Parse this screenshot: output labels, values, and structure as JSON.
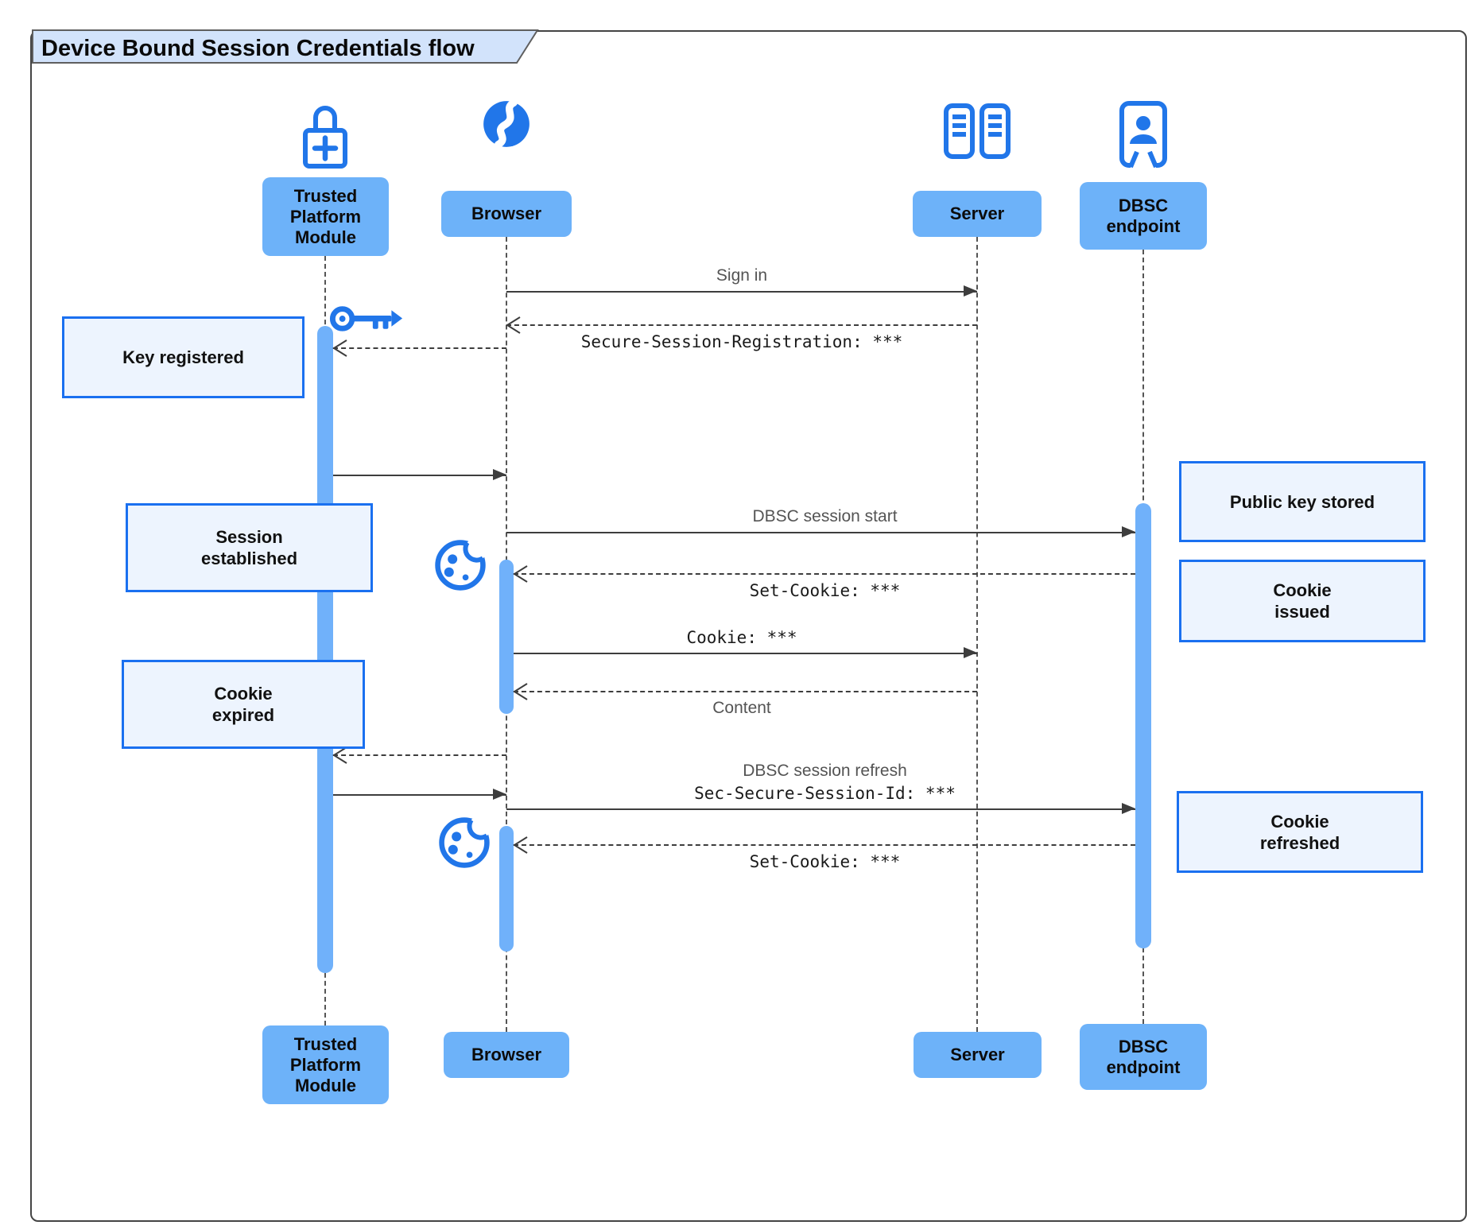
{
  "title": "Device Bound Session Credentials flow",
  "colors": {
    "icon_blue": "#2176e9",
    "actor_fill": "#6db2f9",
    "activation_fill": "#70b1fa",
    "note_fill": "#edf4fe",
    "note_border": "#1a70f0",
    "tab_fill": "#d2e3fb",
    "tab_border": "#5f5f5f",
    "line_color": "#3d3d3d",
    "label_gray": "#545454",
    "mono_black": "#1a1a1a"
  },
  "actors": [
    {
      "id": "tpm",
      "label": "Trusted Platform Module",
      "lines": [
        "Trusted",
        "Platform",
        "Module"
      ],
      "icon": "lock-plus-icon"
    },
    {
      "id": "browser",
      "label": "Browser",
      "lines": [
        "Browser"
      ],
      "icon": "globe-icon"
    },
    {
      "id": "server",
      "label": "Server",
      "lines": [
        "Server"
      ],
      "icon": "server-racks-icon"
    },
    {
      "id": "dbsc",
      "label": "DBSC endpoint",
      "lines": [
        "DBSC",
        "endpoint"
      ],
      "icon": "id-card-person-icon"
    }
  ],
  "messages": [
    {
      "id": "sign-in",
      "from": "browser",
      "to": "server",
      "style": "solid",
      "labels": [
        {
          "text": "Sign in",
          "kind": "sans",
          "pos": "above"
        }
      ]
    },
    {
      "id": "session-registration",
      "from": "server",
      "to": "browser",
      "style": "dashed",
      "labels": [
        {
          "text": "Secure-Session-Registration: ***",
          "kind": "mono",
          "pos": "below"
        }
      ]
    },
    {
      "id": "register-key",
      "from": "browser",
      "to": "tpm",
      "style": "dashed",
      "labels": []
    },
    {
      "id": "key-ready",
      "from": "tpm",
      "to": "browser",
      "style": "solid",
      "labels": []
    },
    {
      "id": "dbsc-session-start",
      "from": "browser",
      "to": "dbsc",
      "style": "solid",
      "labels": [
        {
          "text": "DBSC session start",
          "kind": "sans",
          "pos": "above"
        }
      ]
    },
    {
      "id": "set-cookie-1",
      "from": "dbsc",
      "to": "browser",
      "style": "dashed",
      "labels": [
        {
          "text": "Set-Cookie: ***",
          "kind": "mono",
          "pos": "below"
        }
      ]
    },
    {
      "id": "cookie",
      "from": "browser",
      "to": "server",
      "style": "solid",
      "labels": [
        {
          "text": "Cookie: ***",
          "kind": "mono",
          "pos": "above"
        }
      ]
    },
    {
      "id": "content",
      "from": "server",
      "to": "browser",
      "style": "dashed",
      "labels": [
        {
          "text": "Content",
          "kind": "sans",
          "pos": "below"
        }
      ]
    },
    {
      "id": "cookie-expired-signal",
      "from": "browser",
      "to": "tpm",
      "style": "dashed",
      "labels": []
    },
    {
      "id": "new-signature",
      "from": "tpm",
      "to": "browser",
      "style": "solid",
      "labels": []
    },
    {
      "id": "dbsc-session-refresh",
      "from": "browser",
      "to": "dbsc",
      "style": "solid",
      "labels": [
        {
          "text": "DBSC session refresh",
          "kind": "sans",
          "pos": "above2"
        },
        {
          "text": "Sec-Secure-Session-Id: ***",
          "kind": "mono",
          "pos": "above"
        }
      ]
    },
    {
      "id": "set-cookie-2",
      "from": "dbsc",
      "to": "browser",
      "style": "dashed",
      "labels": [
        {
          "text": "Set-Cookie: ***",
          "kind": "mono",
          "pos": "below"
        }
      ]
    }
  ],
  "notes": [
    {
      "id": "key-registered",
      "lines": [
        "Key registered"
      ]
    },
    {
      "id": "session-established",
      "lines": [
        "Session",
        "established"
      ]
    },
    {
      "id": "cookie-expired",
      "lines": [
        "Cookie",
        "expired"
      ]
    },
    {
      "id": "public-key-stored",
      "lines": [
        "Public key stored"
      ]
    },
    {
      "id": "cookie-issued",
      "lines": [
        "Cookie",
        "issued"
      ]
    },
    {
      "id": "cookie-refreshed",
      "lines": [
        "Cookie",
        "refreshed"
      ]
    }
  ],
  "floating_icons": [
    {
      "id": "key-icon-1",
      "icon": "key-icon"
    },
    {
      "id": "cookie-icon-1",
      "icon": "cookie-icon"
    },
    {
      "id": "cookie-icon-2",
      "icon": "cookie-icon"
    }
  ]
}
